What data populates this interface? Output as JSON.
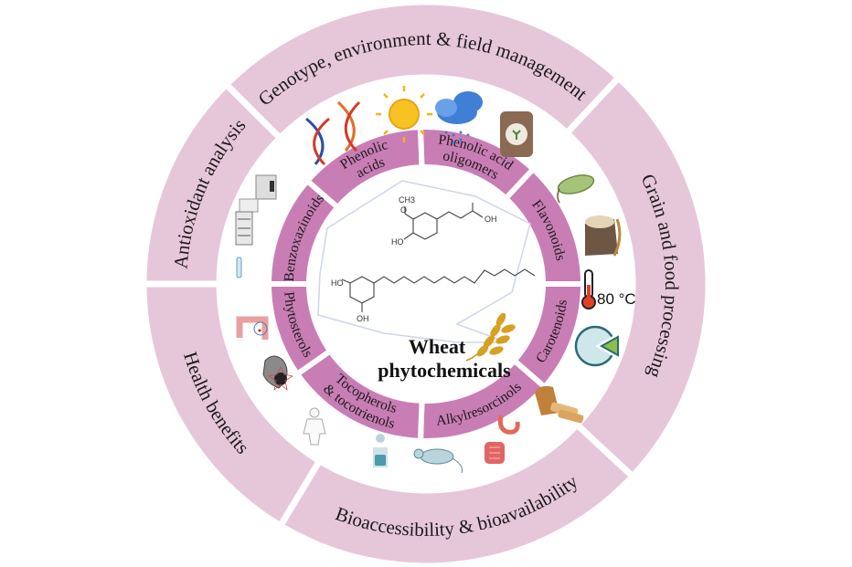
{
  "colors": {
    "outer_ring": "#e6c7d9",
    "inner_ring": "#c97db5",
    "gap": "#ffffff",
    "molecule_outline": "#c9d3e6"
  },
  "outer_ring": [
    {
      "label": "Genotype, environment & field management"
    },
    {
      "label": "Antioxidant analysis"
    },
    {
      "label": "Health benefits"
    },
    {
      "label": "Bioaccessibility & bioavailability"
    },
    {
      "label": "Grain and food processing"
    }
  ],
  "inner_ring": [
    {
      "lines": [
        "Benzoxazinoids"
      ]
    },
    {
      "lines": [
        "Phenolic",
        "acids"
      ]
    },
    {
      "lines": [
        "Phenolic acid",
        "oligomers"
      ]
    },
    {
      "lines": [
        "Flavonoids"
      ]
    },
    {
      "lines": [
        "Carotenoids"
      ]
    },
    {
      "lines": [
        "Alkylresorcinols"
      ]
    },
    {
      "lines": [
        "Tocopherols",
        "& tocotrienols"
      ]
    },
    {
      "lines": [
        "Phytosterols"
      ]
    }
  ],
  "center": {
    "title_line1": "Wheat",
    "title_line2": "phytochemicals"
  },
  "molecule_labels": {
    "ch3": "CH3",
    "oh1": "OH",
    "ho1": "HO",
    "ho2": "HO",
    "oh2": "OH",
    "o": "O"
  },
  "processing": {
    "temperature": "80 °C"
  },
  "icons": [
    "dna-icon",
    "sun-icon",
    "rain-cloud-icon",
    "seed-bag-icon",
    "wheat-grain-icon",
    "flour-sack-icon",
    "thermometer-icon",
    "pie-icon",
    "bread-icon",
    "stomach-icon",
    "intestine-icon",
    "rat-icon",
    "digestive-system-icon",
    "human-body-icon",
    "heart-icon",
    "colon-icon",
    "lab-instrument-icon",
    "test-tube-icon",
    "wheat-ear-icon"
  ]
}
